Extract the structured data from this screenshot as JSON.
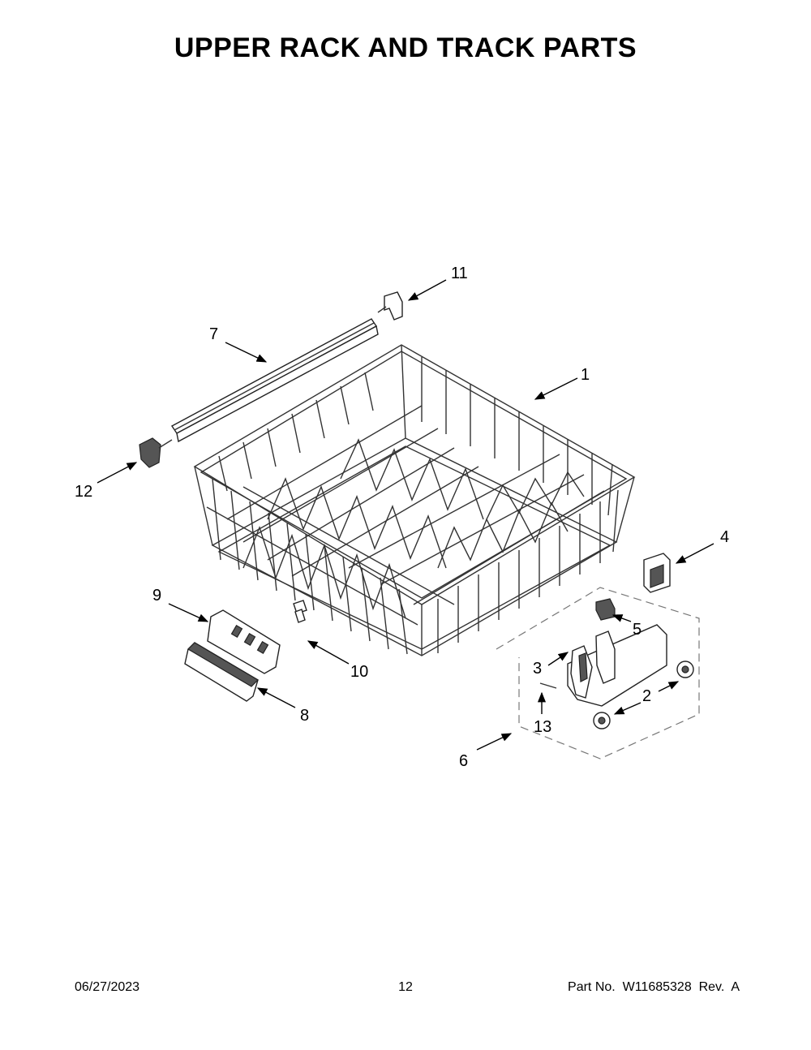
{
  "title": "UPPER RACK AND TRACK PARTS",
  "callouts": [
    {
      "id": "c1",
      "label": "1"
    },
    {
      "id": "c2",
      "label": "2"
    },
    {
      "id": "c3",
      "label": "3"
    },
    {
      "id": "c4",
      "label": "4"
    },
    {
      "id": "c5",
      "label": "5"
    },
    {
      "id": "c6",
      "label": "6"
    },
    {
      "id": "c7",
      "label": "7"
    },
    {
      "id": "c8",
      "label": "8"
    },
    {
      "id": "c9",
      "label": "9"
    },
    {
      "id": "c10",
      "label": "10"
    },
    {
      "id": "c11",
      "label": "11"
    },
    {
      "id": "c12",
      "label": "12"
    },
    {
      "id": "c13",
      "label": "13"
    }
  ],
  "footer": {
    "date": "06/27/2023",
    "page": "12",
    "part": "Part No.  W11685328  Rev.  A"
  }
}
